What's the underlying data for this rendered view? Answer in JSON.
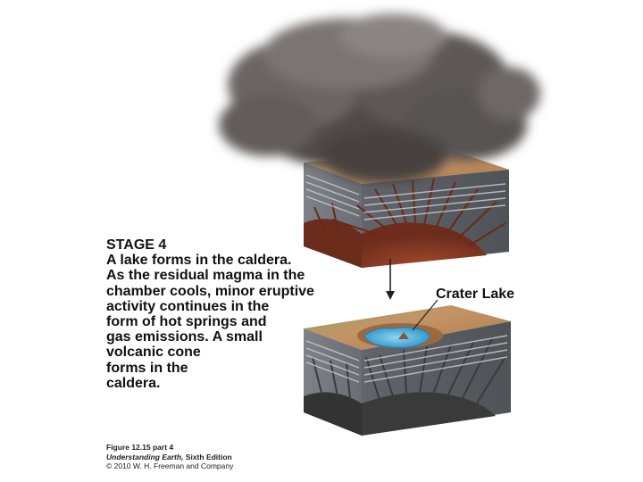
{
  "stage_heading": "STAGE 4",
  "description_lines": [
    "A lake forms in the caldera.",
    "As the residual magma in the",
    "chamber cools, minor eruptive",
    "activity continues in the",
    "form of hot springs and",
    "gas emissions. A small",
    "volcanic cone",
    "forms in the",
    "caldera."
  ],
  "callout_label": "Crater Lake",
  "caption": {
    "figure": "Figure 12.15 part 4",
    "book_title": "Understanding Earth,",
    "edition": " Sixth Edition",
    "copyright": "© 2010 W. H. Freeman and Company"
  },
  "colors": {
    "ash_cloud": "#5c5654",
    "block_side": "#7b7f85",
    "block_side_dark": "#5e6167",
    "ground_top": "#b0875a",
    "magma": "#8a3a26",
    "cooled_magma": "#3a3a3a",
    "lake": "#3fa7d6",
    "arrow": "#222222"
  }
}
